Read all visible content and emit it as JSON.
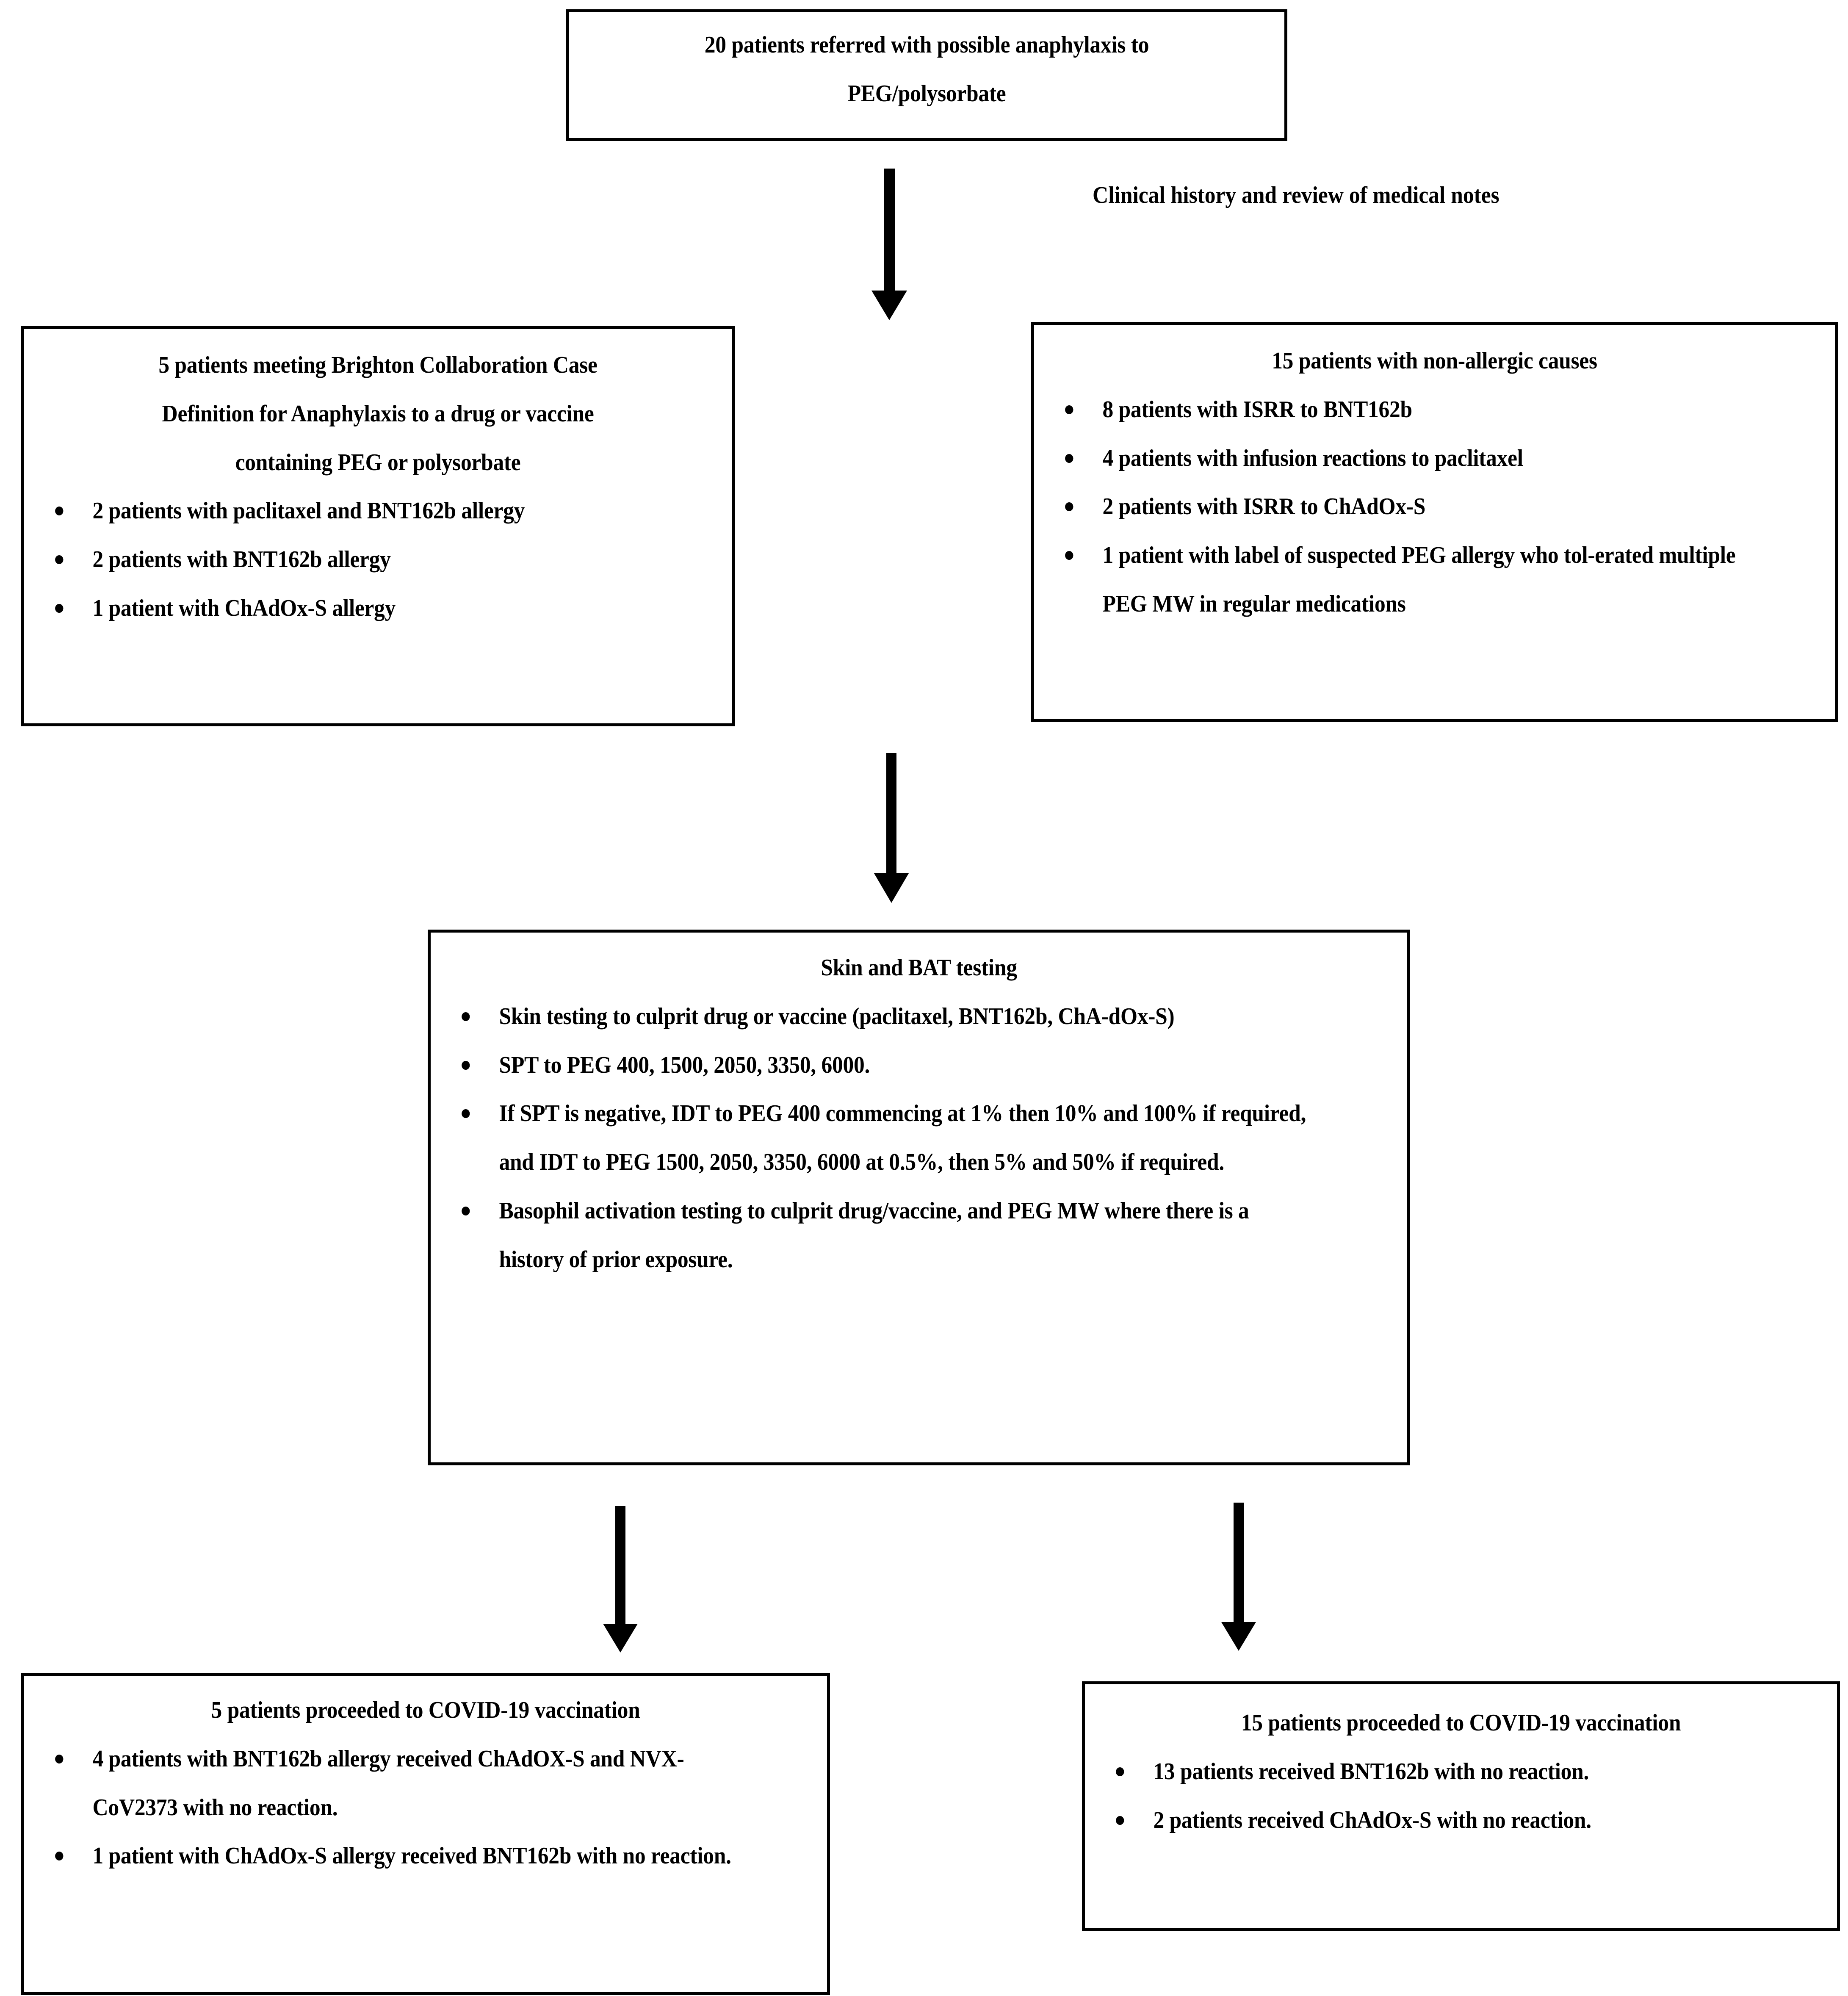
{
  "diagram": {
    "title": "Patient referral and assessment flowchart for possible anaphylaxis to PEG/polysorbate",
    "nodes": {
      "referred": {
        "heading_lines": [
          "20 patients referred with possible anaphylaxis to",
          "PEG/polysorbate"
        ]
      },
      "anaphylaxis_confirmed": {
        "heading_lines": [
          "5 patients meeting Brighton Collaboration Case",
          "Definition for Anaphylaxis to a drug or vaccine",
          "containing PEG or polysorbate"
        ],
        "bullets": [
          "2 patients with paclitaxel and BNT162b allergy",
          "2 patients with BNT162b allergy",
          "1 patient with ChAdOx-S allergy"
        ]
      },
      "non_allergic": {
        "heading_lines": [
          "15 patients with non-allergic causes"
        ],
        "bullets": [
          "8 patients with ISRR to BNT162b",
          "4 patients with infusion reactions to paclitaxel",
          "2 patients with ISRR to ChAdOx-S",
          "1 patient with label of suspected PEG allergy who tol-erated multiple PEG MW in regular medications"
        ]
      },
      "skin_bat_testing": {
        "heading_lines": [
          "Skin and BAT testing"
        ],
        "bullets": [
          "Skin testing to culprit drug or vaccine (paclitaxel, BNT162b, ChA-dOx-S)",
          "SPT to PEG 400, 1500, 2050, 3350, 6000.",
          "If SPT is negative, IDT to PEG 400 commencing at 1% then 10% and 100% if required, and IDT to PEG 1500, 2050, 3350, 6000 at 0.5%, then 5% and 50% if required.",
          "Basophil activation testing to culprit drug/vaccine, and PEG MW where there is a history of prior exposure."
        ]
      },
      "outcome_left": {
        "heading_lines": [
          "5 patients proceeded to COVID-19 vaccination"
        ],
        "bullets": [
          "4 patients with BNT162b allergy received ChAdOX-S and NVX-CoV2373 with no reaction.",
          "1 patient with ChAdOx-S allergy received BNT162b with no reaction."
        ]
      },
      "outcome_right": {
        "heading_lines": [
          "15 patients proceeded to COVID-19 vaccination"
        ],
        "bullets": [
          "13 patients received BNT162b with no reaction.",
          "2 patients received ChAdOx-S with no reaction."
        ]
      }
    },
    "edge_labels": {
      "triage": "Clinical history and review of medical notes"
    },
    "colors": {
      "stroke": "#000000",
      "fill": "#FFFFFF",
      "text": "#000000"
    }
  }
}
